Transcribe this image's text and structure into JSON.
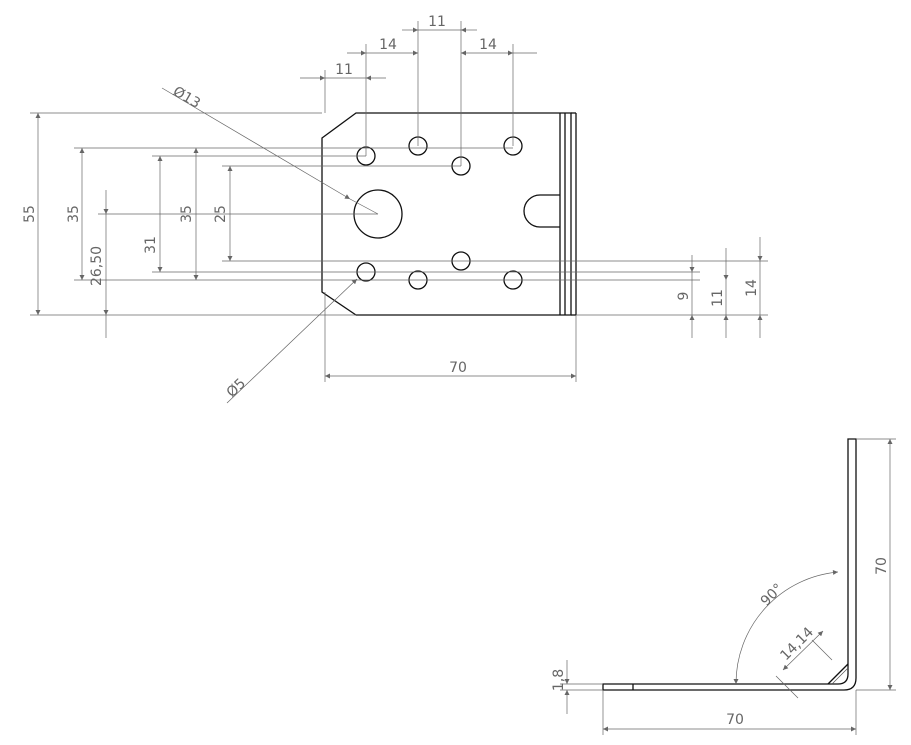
{
  "top_view": {
    "dims": {
      "hole_pitch_middle": "11",
      "hole_pitch_left": "14",
      "hole_pitch_right": "14",
      "edge_to_first_hole": "11",
      "large_hole_diameter": "Ø13",
      "small_hole_diameter": "Ø5",
      "overall_height": "55",
      "outer_hole_spacing": "35",
      "inner_hole_spacing": "35",
      "middle_hole_spacing": "31",
      "center_hole_offset": "26,50",
      "center_row_spacing": "25",
      "bottom_offset_1": "9",
      "bottom_offset_2": "11",
      "bottom_offset_3": "14",
      "overall_width": "70"
    }
  },
  "side_view": {
    "dims": {
      "thickness": "1,8",
      "bend_angle": "90°",
      "gusset_length": "14,14",
      "vertical_leg": "70",
      "horizontal_leg": "70"
    }
  }
}
